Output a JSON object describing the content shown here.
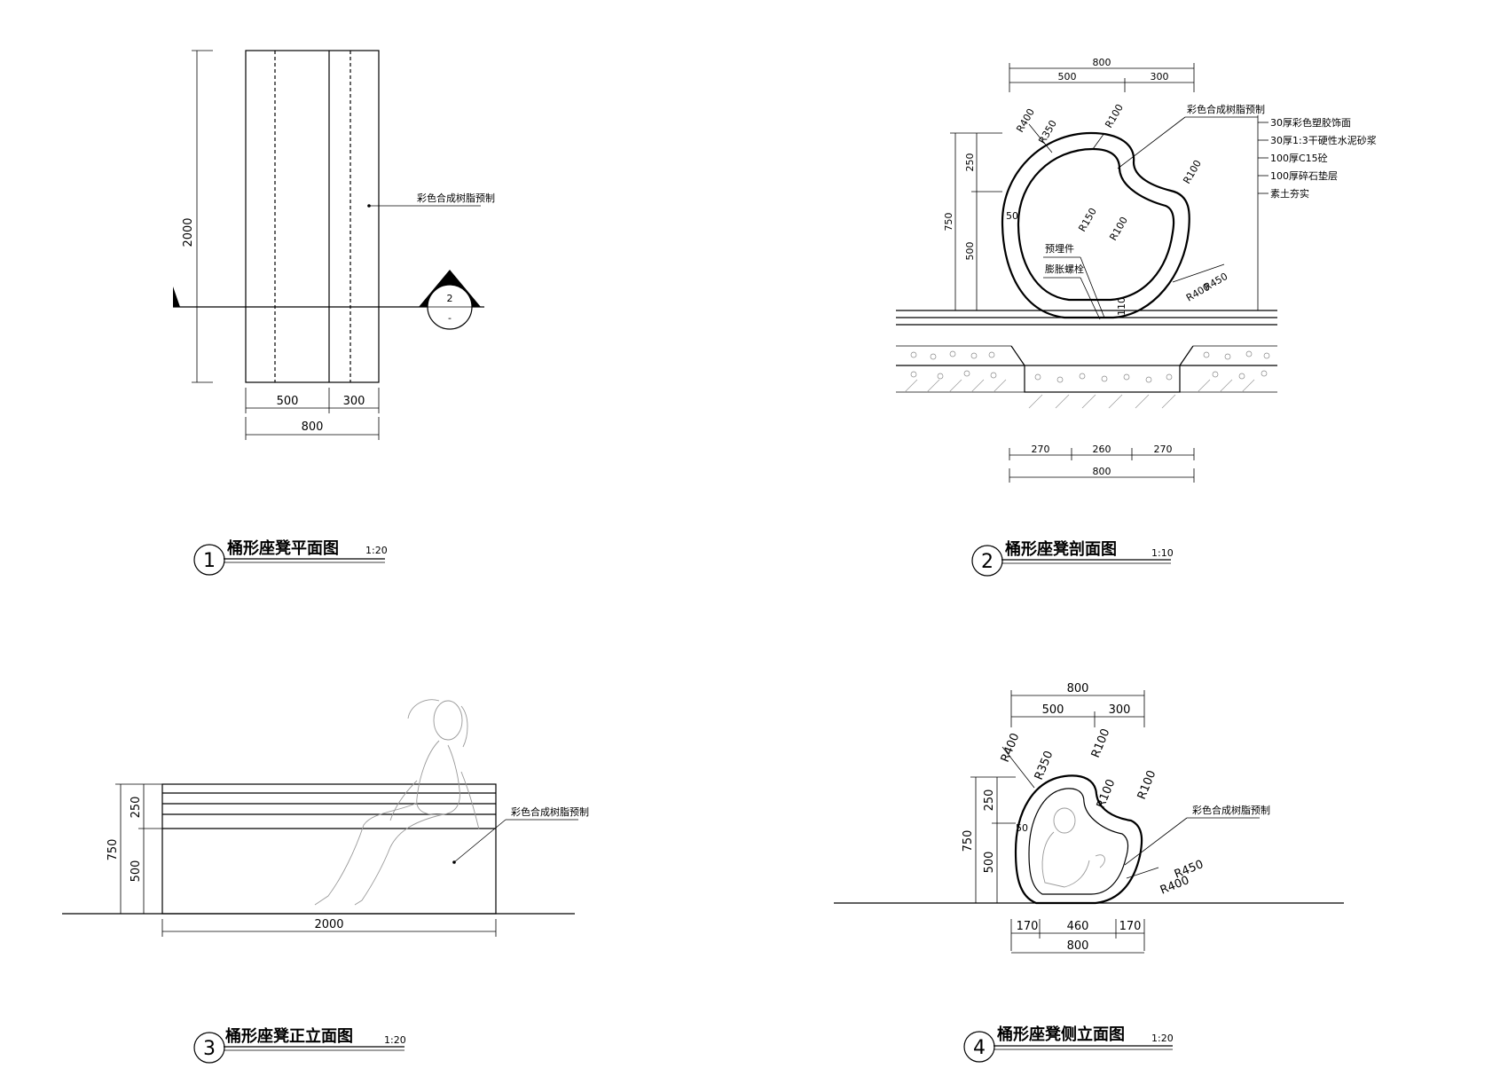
{
  "drawings": [
    {
      "number": "1",
      "title": "桶形座凳平面图",
      "scale": "1:20",
      "dims": {
        "height": "2000",
        "part_a": "500",
        "part_b": "300",
        "total": "800"
      },
      "material_note": "彩色合成树脂预制",
      "section_marker": {
        "number": "2",
        "sheet": "-"
      }
    },
    {
      "number": "2",
      "title": "桶形座凳剖面图",
      "scale": "1:10",
      "dims": {
        "top_total": "800",
        "top_a": "500",
        "top_b": "300",
        "h_total": "750",
        "h_top": "250",
        "h_bottom": "500",
        "bot_a": "270",
        "bot_b": "260",
        "bot_c": "270",
        "bot_total": "800",
        "wall": "50",
        "base": "110"
      },
      "radii": [
        "R400",
        "R350",
        "R100",
        "R100",
        "R150",
        "R100",
        "R450",
        "R400"
      ],
      "notes": {
        "material": "彩色合成树脂预制",
        "embedded": "预埋件",
        "bolt": "膨胀螺栓"
      },
      "layers": [
        "30厚彩色塑胶饰面",
        "30厚1:3干硬性水泥砂浆",
        "100厚C15砼",
        "100厚碎石垫层",
        "素土夯实"
      ]
    },
    {
      "number": "3",
      "title": "桶形座凳正立面图",
      "scale": "1:20",
      "dims": {
        "h_total": "750",
        "h_top": "250",
        "h_bottom": "500",
        "length": "2000"
      },
      "material_note": "彩色合成树脂预制"
    },
    {
      "number": "4",
      "title": "桶形座凳侧立面图",
      "scale": "1:20",
      "dims": {
        "top_total": "800",
        "top_a": "500",
        "top_b": "300",
        "h_total": "750",
        "h_top": "250",
        "h_bottom": "500",
        "bot_a": "170",
        "bot_b": "460",
        "bot_c": "170",
        "bot_total": "800",
        "wall": "50"
      },
      "radii": [
        "R400",
        "R350",
        "R100",
        "R100",
        "R100",
        "R450",
        "R400"
      ],
      "material_note": "彩色合成树脂预制"
    }
  ]
}
